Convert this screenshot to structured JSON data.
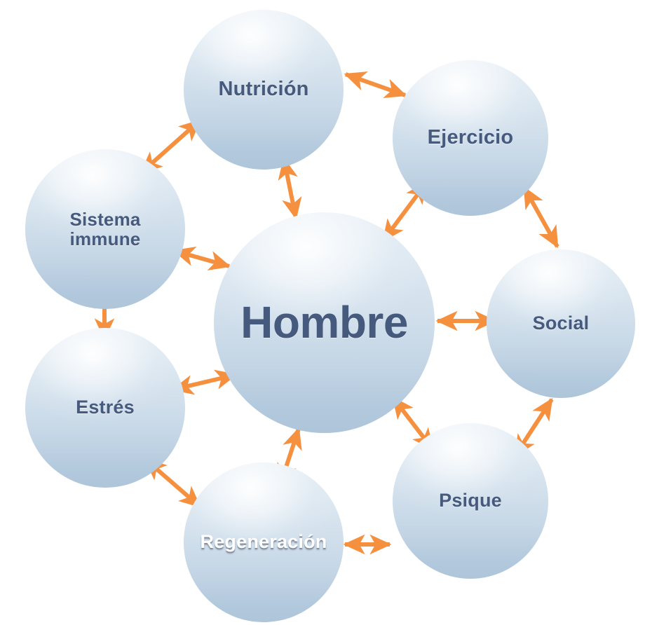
{
  "diagram": {
    "type": "hub-and-spoke concept map",
    "background_color": "#ffffff",
    "arrow_color": "#f5903f",
    "node_fill_top": "#e6eef5",
    "node_fill_bottom": "#aec5da",
    "label_color": "#465a7e",
    "center": {
      "id": "hombre",
      "label": "Hombre"
    },
    "nodes": [
      {
        "id": "nutricion",
        "label": "Nutrición"
      },
      {
        "id": "ejercicio",
        "label": "Ejercicio"
      },
      {
        "id": "social",
        "label": "Social"
      },
      {
        "id": "psique",
        "label": "Psique"
      },
      {
        "id": "regeneracion",
        "label": "Regeneración"
      },
      {
        "id": "estres",
        "label": "Estrés"
      },
      {
        "id": "sistema-immune",
        "label": "Sistema\nimmune"
      }
    ],
    "connections": [
      {
        "from": "hombre",
        "to": "nutricion",
        "style": "double-arrow"
      },
      {
        "from": "hombre",
        "to": "ejercicio",
        "style": "double-arrow"
      },
      {
        "from": "hombre",
        "to": "social",
        "style": "double-arrow"
      },
      {
        "from": "hombre",
        "to": "psique",
        "style": "double-arrow"
      },
      {
        "from": "hombre",
        "to": "regeneracion",
        "style": "double-arrow"
      },
      {
        "from": "hombre",
        "to": "estres",
        "style": "double-arrow"
      },
      {
        "from": "hombre",
        "to": "sistema-immune",
        "style": "double-arrow"
      },
      {
        "from": "nutricion",
        "to": "ejercicio",
        "style": "double-arrow"
      },
      {
        "from": "nutricion",
        "to": "sistema-immune",
        "style": "double-arrow"
      },
      {
        "from": "ejercicio",
        "to": "social",
        "style": "double-arrow"
      },
      {
        "from": "social",
        "to": "psique",
        "style": "double-arrow"
      },
      {
        "from": "psique",
        "to": "regeneracion",
        "style": "double-arrow"
      },
      {
        "from": "regeneracion",
        "to": "estres",
        "style": "double-arrow"
      },
      {
        "from": "estres",
        "to": "sistema-immune",
        "style": "double-arrow"
      }
    ]
  }
}
